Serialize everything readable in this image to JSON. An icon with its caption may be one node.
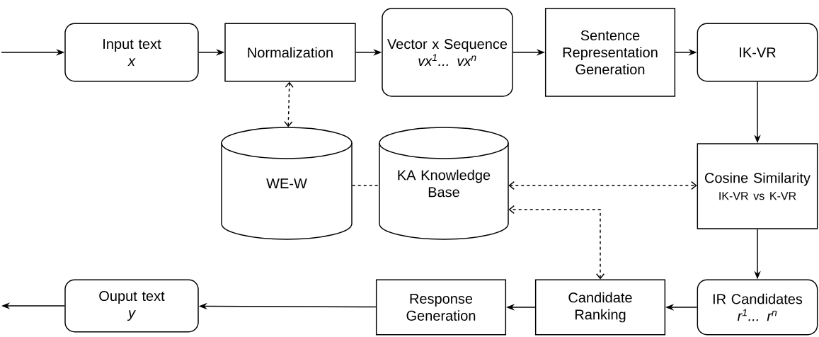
{
  "diagram": {
    "nodes": [
      {
        "text": [
          "Input text",
          "x"
        ]
      },
      {
        "text": [
          "Normalization"
        ]
      },
      {
        "text": [
          "Vector x Sequence",
          "vx$^{1}$... vx$^{n}$"
        ]
      },
      {
        "text": [
          "Sentence Representation Generation"
        ]
      },
      {
        "text": [
          "IK-VR"
        ]
      },
      {
        "text": [
          "WE-W"
        ]
      },
      {
        "text": [
          "KA Knowledge Base"
        ]
      },
      {
        "text": [
          "Cosine Similarity",
          "IK-VR vs K-VR"
        ]
      },
      {
        "text": [
          "IR Candidates",
          "r$^{1}$... r$^{n}$"
        ]
      },
      {
        "text": [
          "Candidate Ranking"
        ]
      },
      {
        "text": [
          "Response Generation"
        ]
      },
      {
        "text": [
          "Ouput text",
          "y"
        ]
      }
    ],
    "edges": [
      {
        "from": null,
        "to": 0,
        "arrow": "to"
      },
      {
        "from": 0,
        "to": 1,
        "arrow": "to"
      },
      {
        "from": 1,
        "to": 2,
        "arrow": "to"
      },
      {
        "from": 2,
        "to": 3,
        "arrow": "to"
      },
      {
        "from": 3,
        "to": 4,
        "arrow": "to"
      },
      {
        "from": 4,
        "to": 7,
        "arrow": "to"
      },
      {
        "from": 7,
        "to": 8,
        "arrow": "to"
      },
      {
        "from": 8,
        "to": 9,
        "arrow": "to"
      },
      {
        "from": 9,
        "to": 10,
        "arrow": "to"
      },
      {
        "from": 10,
        "to": 11,
        "arrow": "to"
      },
      {
        "from": 11,
        "to": null,
        "arrow": "to"
      },
      {
        "from": 1,
        "to": 5,
        "arrow": "both",
        "style": "dashed"
      },
      {
        "from": 5,
        "to": 6,
        "arrow": "none",
        "style": "dashed"
      },
      {
        "from": 6,
        "to": 7,
        "arrow": "both",
        "style": "dashed"
      },
      {
        "from": 9,
        "to": 6,
        "arrow": "both",
        "style": "dashed"
      }
    ]
  }
}
